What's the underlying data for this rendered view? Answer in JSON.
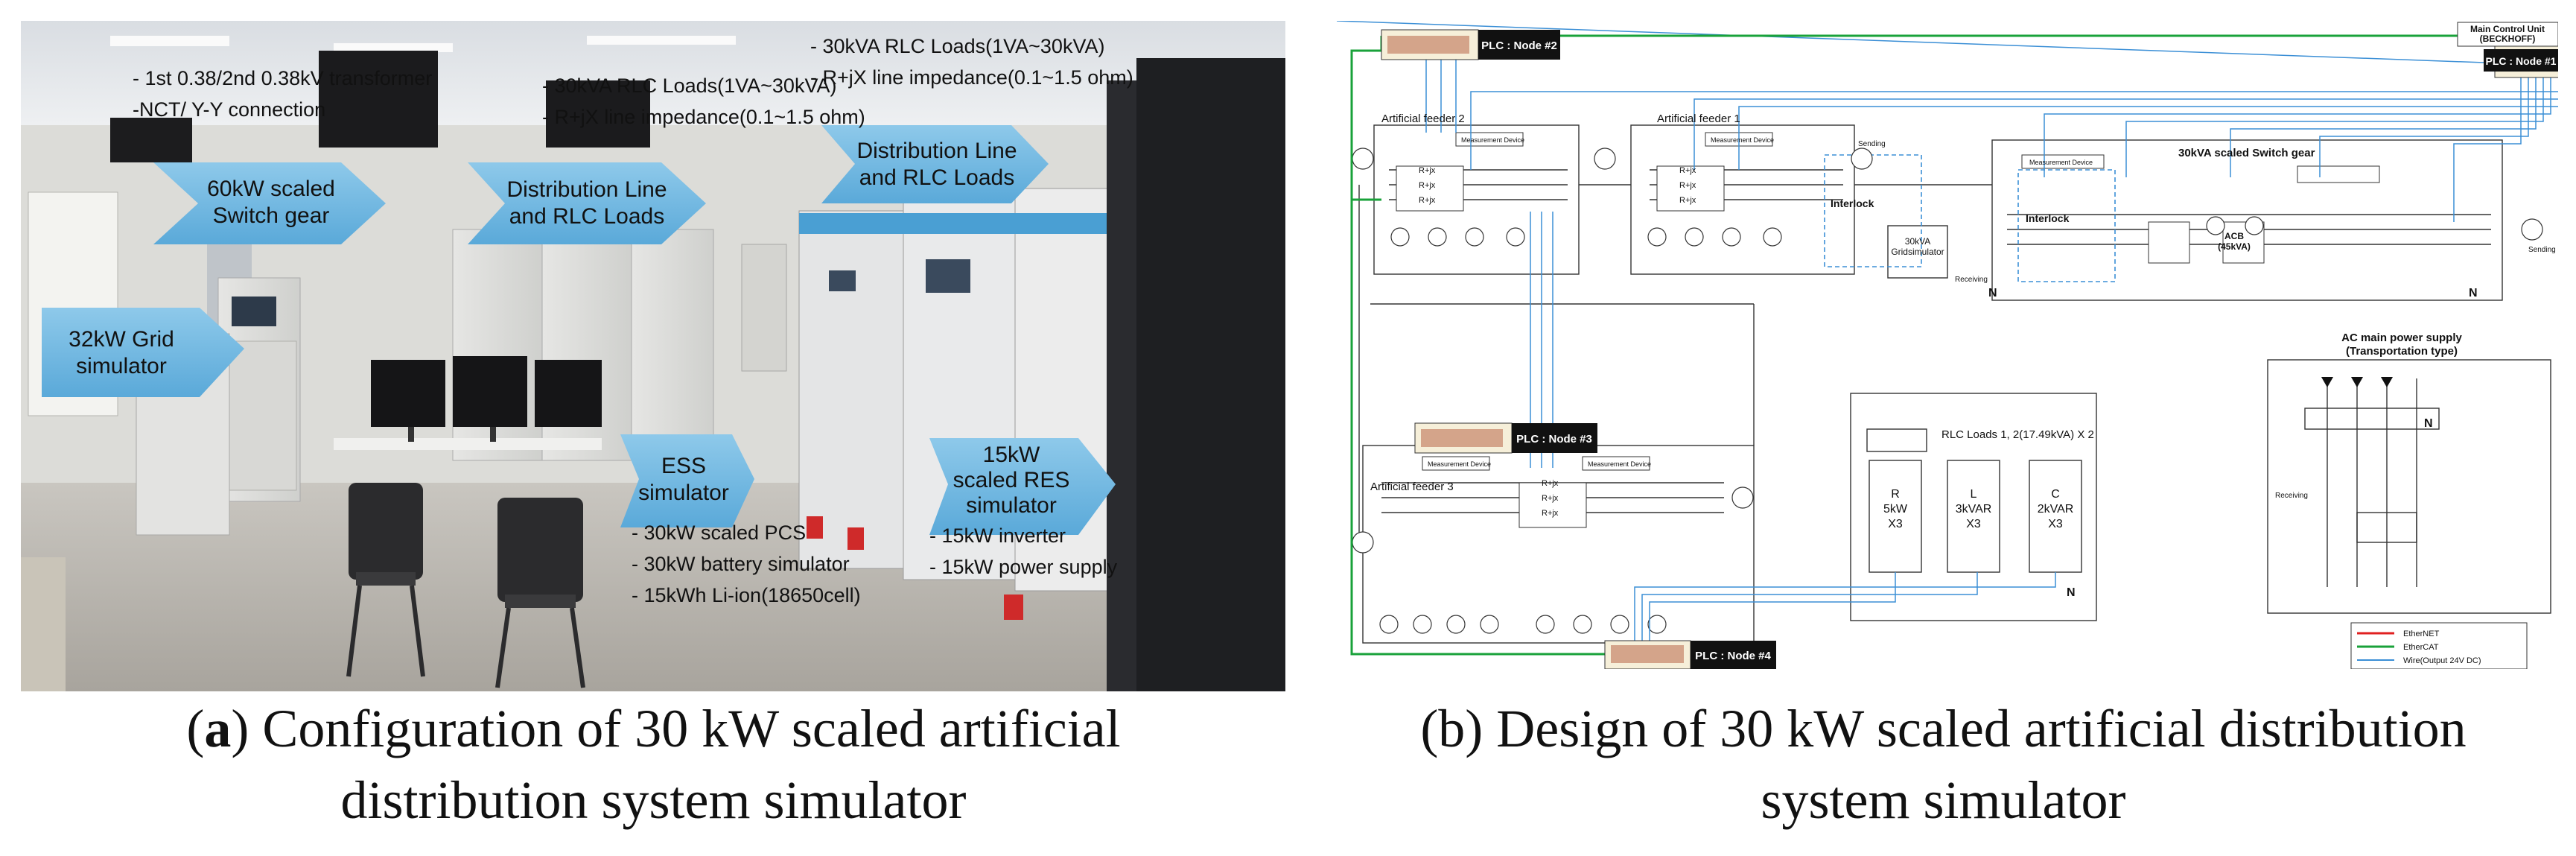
{
  "photo": {
    "arrows": {
      "switch_gear": "60kW scaled\nSwitch gear",
      "grid_sim": "32kW Grid\nsimulator",
      "dist_line_1": "Distribution Line\nand RLC Loads",
      "dist_line_2": "Distribution Line\nand RLC Loads",
      "ess": "ESS\nsimulator",
      "res": "15kW\nscaled RES\nsimulator"
    },
    "notes": {
      "transformer_a": "- 1st 0.38/2nd 0.38kV transformer",
      "transformer_b": "-NCT/ Y-Y connection",
      "rlc1_a": "- 30kVA RLC Loads(1VA~30kVA)",
      "rlc1_b": "- R+jX line impedance(0.1~1.5 ohm)",
      "rlc2_a": "- 30kVA RLC Loads(1VA~30kVA)",
      "rlc2_b": "- R+jX line impedance(0.1~1.5 ohm)",
      "ess_a": "- 30kW scaled PCS",
      "ess_b": "- 30kW battery simulator",
      "ess_c": "- 15kWh Li-ion(18650cell)",
      "res_a": "- 15kW inverter",
      "res_b": "- 15kW power supply"
    }
  },
  "schematic": {
    "plc1": "PLC : Node #1",
    "plc2": "PLC : Node #2",
    "plc3": "PLC : Node #3",
    "plc4": "PLC : Node #4",
    "mcu": "Main Control Unit\n(BECKHOFF)",
    "feeder1": "Artificial feeder 1",
    "feeder2": "Artificial feeder 2",
    "feeder3": "Artificial feeder 3",
    "switchgear": "30kVA scaled Switch gear",
    "grid_sim": "30kVA\nGridsimulator",
    "interlock": "Interlock",
    "rlc": "RLC Loads 1, 2(17.49kVA) X 2",
    "r_box": "R\n5kW\nX3",
    "l_box": "L\n3kVAR\nX3",
    "c_box": "C\n2kVAR\nX3",
    "ac_supply": "AC main power supply\n(Transportation type)",
    "measurement": "Measurement Device",
    "rjx": "R+jx",
    "sending": "Sending",
    "receiving": "Receiving",
    "n_label": "N",
    "acb": "ACB\n(45kVA)",
    "legend": [
      "EtherNET",
      "EtherCAT",
      "Wire(Output 24V DC)"
    ],
    "legend_colors": [
      "#e02020",
      "#19a23a",
      "#3b8fd6"
    ]
  },
  "captions": {
    "a_bold": "a",
    "a_text": ") Configuration of 30 kW scaled artificial\ndistribution system simulator",
    "b_text": "(b) Design of 30 kW scaled artificial distribution\nsystem simulator"
  }
}
